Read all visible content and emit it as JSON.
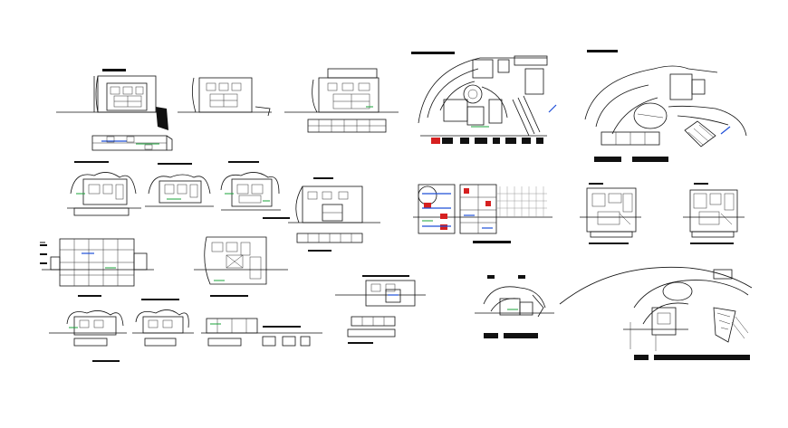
{
  "colors": {
    "background": "#ffffff",
    "linework": "#111111",
    "accent_green": "#1aa33a",
    "accent_blue": "#1f4fd8",
    "accent_red": "#d62020"
  },
  "drawings": [
    {
      "name": "elevation-front-a"
    },
    {
      "name": "elevation-front-b"
    },
    {
      "name": "elevation-side"
    },
    {
      "name": "site-plan-east"
    },
    {
      "name": "site-plan-west"
    },
    {
      "name": "floor-plan-row2-a"
    },
    {
      "name": "floor-plan-row2-b"
    },
    {
      "name": "floor-plan-row2-c"
    },
    {
      "name": "elevation-row2"
    },
    {
      "name": "section-colored"
    },
    {
      "name": "floor-plan-right-a"
    },
    {
      "name": "floor-plan-right-b"
    },
    {
      "name": "structural-grid-plan"
    },
    {
      "name": "upper-floor-plan"
    },
    {
      "name": "small-plans-row4"
    },
    {
      "name": "detail-elevation"
    },
    {
      "name": "compact-site-plan"
    },
    {
      "name": "large-site-plan"
    }
  ]
}
